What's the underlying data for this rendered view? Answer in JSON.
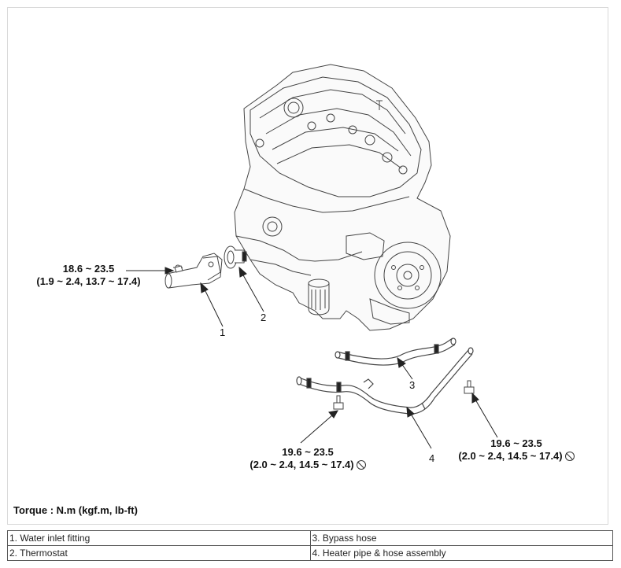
{
  "torque_values": {
    "water_inlet_fitting": {
      "line1": "18.6 ~ 23.5",
      "line2": "(1.9 ~ 2.4, 13.7 ~ 17.4)"
    },
    "heater_pipe_left": {
      "line1": "19.6 ~ 23.5",
      "line2": "(2.0 ~ 2.4, 14.5 ~ 17.4)"
    },
    "heater_pipe_right": {
      "line1": "19.6 ~ 23.5",
      "line2": "(2.0 ~ 2.4, 14.5 ~ 17.4)"
    }
  },
  "callouts": [
    "1",
    "2",
    "3",
    "4"
  ],
  "torque_unit_note": "Torque : N.m (kgf.m, lb-ft)",
  "legend": [
    [
      "1. Water inlet fitting",
      "3. Bypass hose"
    ],
    [
      "2. Thermostat",
      "4. Heater pipe & hose assembly"
    ]
  ],
  "icons": {
    "do_not_reuse": "prohibited-icon"
  }
}
